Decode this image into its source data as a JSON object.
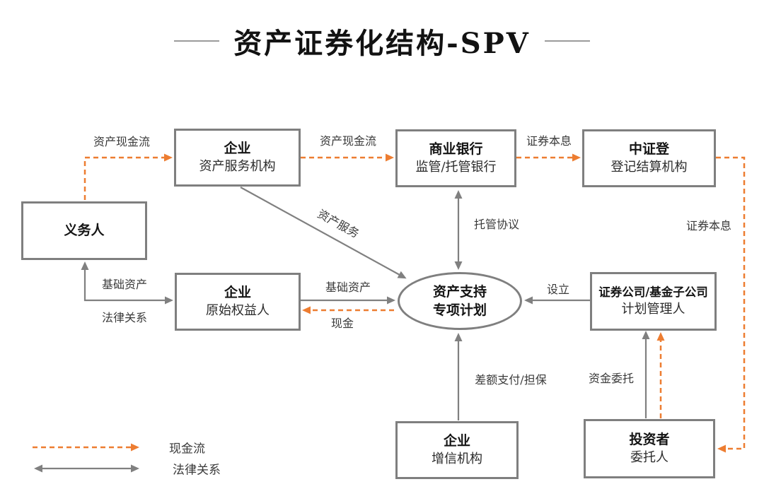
{
  "title": {
    "text": "资产证券化结构-SPV"
  },
  "colors": {
    "cashflow_orange": "#ED7D31",
    "legal_gray": "#808080",
    "box_border": "#7f7f7f",
    "title_line": "#9b9b9b"
  },
  "nodes": {
    "obligor": {
      "title": "义务人",
      "subtitle": ""
    },
    "servicer": {
      "title": "企业",
      "subtitle": "资产服务机构"
    },
    "bank": {
      "title": "商业银行",
      "subtitle": "监管/托管银行"
    },
    "csdc": {
      "title": "中证登",
      "subtitle": "登记结算机构"
    },
    "originator": {
      "title": "企业",
      "subtitle": "原始权益人"
    },
    "spv": {
      "title": "资产支持",
      "subtitle": "专项计划"
    },
    "manager": {
      "title": "证券公司/基金子公司",
      "subtitle": "计划管理人"
    },
    "enhancer": {
      "title": "企业",
      "subtitle": "增信机构"
    },
    "investor": {
      "title": "投资者",
      "subtitle": "委托人"
    }
  },
  "edge_labels": {
    "asset_cashflow_1": "资产现金流",
    "asset_cashflow_2": "资产现金流",
    "principal_interest_1": "证券本息",
    "principal_interest_2": "证券本息",
    "custody_agreement": "托管协议",
    "asset_service": "资产服务",
    "underlying_asset_left": "基础资产",
    "legal_relation_left": "法律关系",
    "underlying_asset_center": "基础资产",
    "cash": "现金",
    "setup": "设立",
    "shortfall_guarantee": "差额支付/担保",
    "fund_entrust": "资金委托"
  },
  "legend": {
    "cashflow_label": "现金流",
    "legal_label": "法律关系"
  }
}
